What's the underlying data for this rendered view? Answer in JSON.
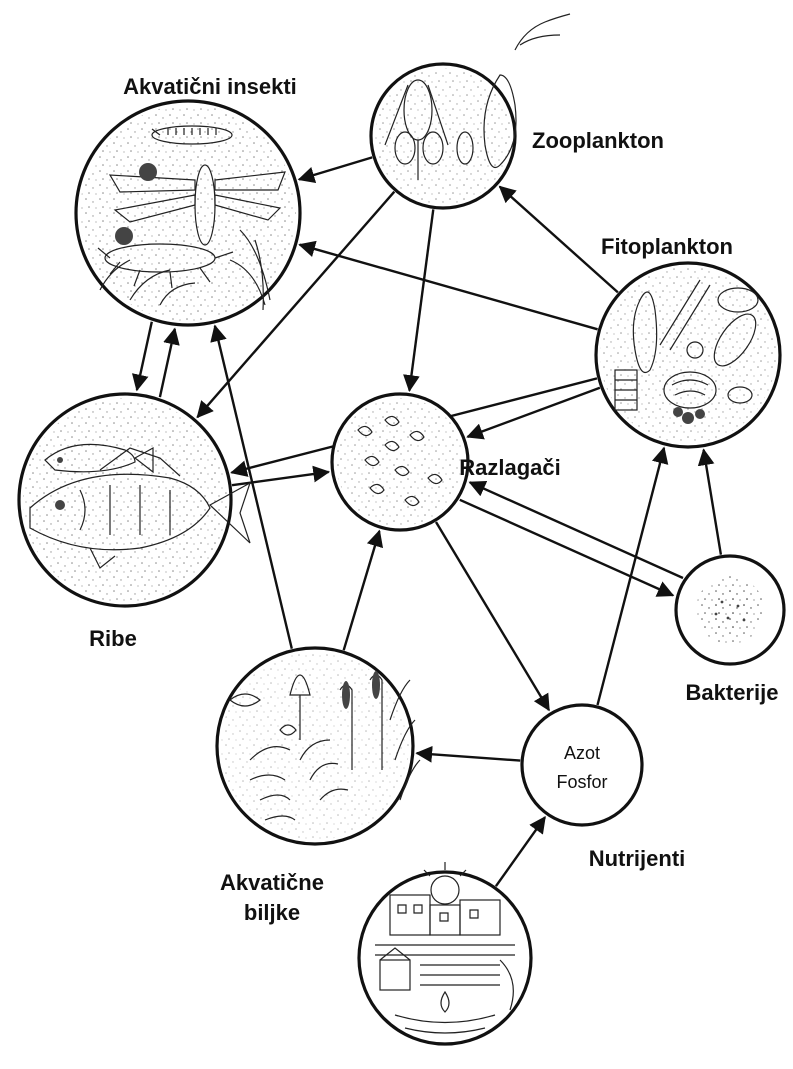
{
  "diagram": {
    "nodes": {
      "insekti": {
        "label": "Akvatični insekti",
        "icon": "aquatic-insects-icon"
      },
      "zooplankton": {
        "label": "Zooplankton",
        "icon": "zooplankton-icon"
      },
      "fitoplankton": {
        "label": "Fitoplankton",
        "icon": "phytoplankton-icon"
      },
      "razlagaci": {
        "label": "Razlagači",
        "icon": "decomposers-icon"
      },
      "ribe": {
        "label": "Ribe",
        "icon": "fish-icon"
      },
      "bakterije": {
        "label": "Bakterije",
        "icon": "bacteria-icon"
      },
      "biljke": {
        "label_line1": "Akvatične",
        "label_line2": "biljke",
        "icon": "aquatic-plants-icon"
      },
      "nutrijenti": {
        "label": "Nutrijenti",
        "inner_line1": "Azot",
        "inner_line2": "Fosfor"
      },
      "izvor": {
        "icon": "town-farm-runoff-icon"
      }
    },
    "edges": [
      {
        "from": "zooplankton",
        "to": "insekti"
      },
      {
        "from": "zooplankton",
        "to": "ribe"
      },
      {
        "from": "zooplankton",
        "to": "razlagaci"
      },
      {
        "from": "fitoplankton",
        "to": "zooplankton"
      },
      {
        "from": "fitoplankton",
        "to": "insekti"
      },
      {
        "from": "fitoplankton",
        "to": "ribe"
      },
      {
        "from": "fitoplankton",
        "to": "razlagaci"
      },
      {
        "from": "insekti",
        "to": "ribe"
      },
      {
        "from": "ribe",
        "to": "insekti"
      },
      {
        "from": "ribe",
        "to": "razlagaci"
      },
      {
        "from": "razlagaci",
        "to": "bakterije"
      },
      {
        "from": "bakterije",
        "to": "razlagaci"
      },
      {
        "from": "bakterije",
        "to": "fitoplankton"
      },
      {
        "from": "razlagaci",
        "to": "nutrijenti"
      },
      {
        "from": "nutrijenti",
        "to": "fitoplankton"
      },
      {
        "from": "nutrijenti",
        "to": "biljke"
      },
      {
        "from": "biljke",
        "to": "insekti"
      },
      {
        "from": "biljke",
        "to": "razlagaci"
      },
      {
        "from": "izvor",
        "to": "nutrijenti"
      }
    ]
  }
}
